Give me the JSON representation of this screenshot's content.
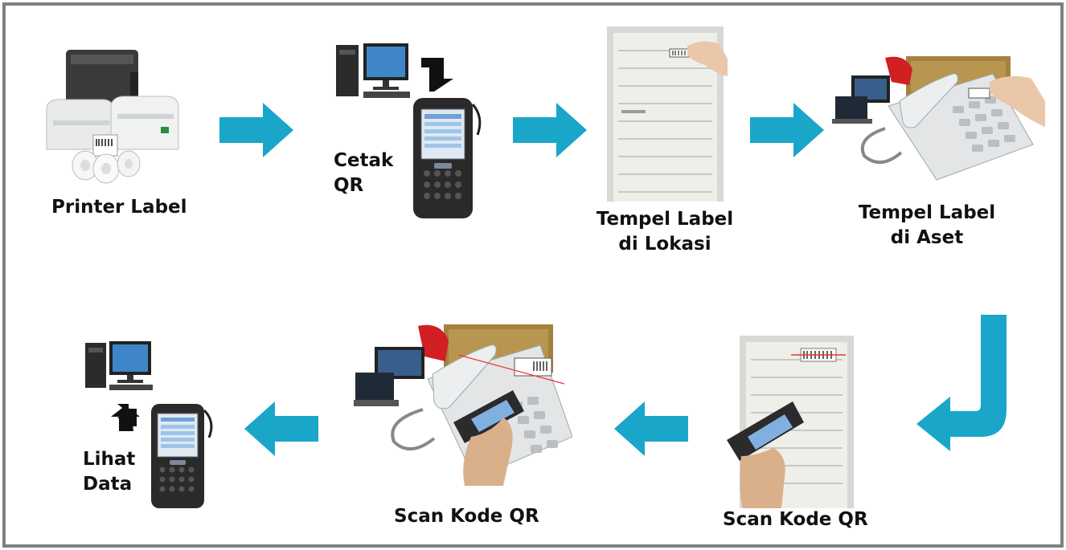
{
  "accent_color": "#1aa6c9",
  "steps": [
    {
      "label": "Printer Label",
      "icon": "label-printer-icon"
    },
    {
      "label_line1": "Cetak",
      "label_line2": "QR",
      "icon": "computer-and-handheld-scanner-icon"
    },
    {
      "label_line1": "Tempel Label",
      "label_line2": "di Lokasi",
      "icon": "door-with-label-icon"
    },
    {
      "label_line1": "Tempel Label",
      "label_line2": "di Aset",
      "icon": "office-phone-with-label-icon"
    },
    {
      "label": "Scan Kode QR",
      "icon": "scan-door-label-icon"
    },
    {
      "label": "Scan Kode QR",
      "icon": "scan-asset-label-icon"
    },
    {
      "label_line1": "Lihat",
      "label_line2": "Data",
      "icon": "handheld-to-computer-icon"
    }
  ]
}
